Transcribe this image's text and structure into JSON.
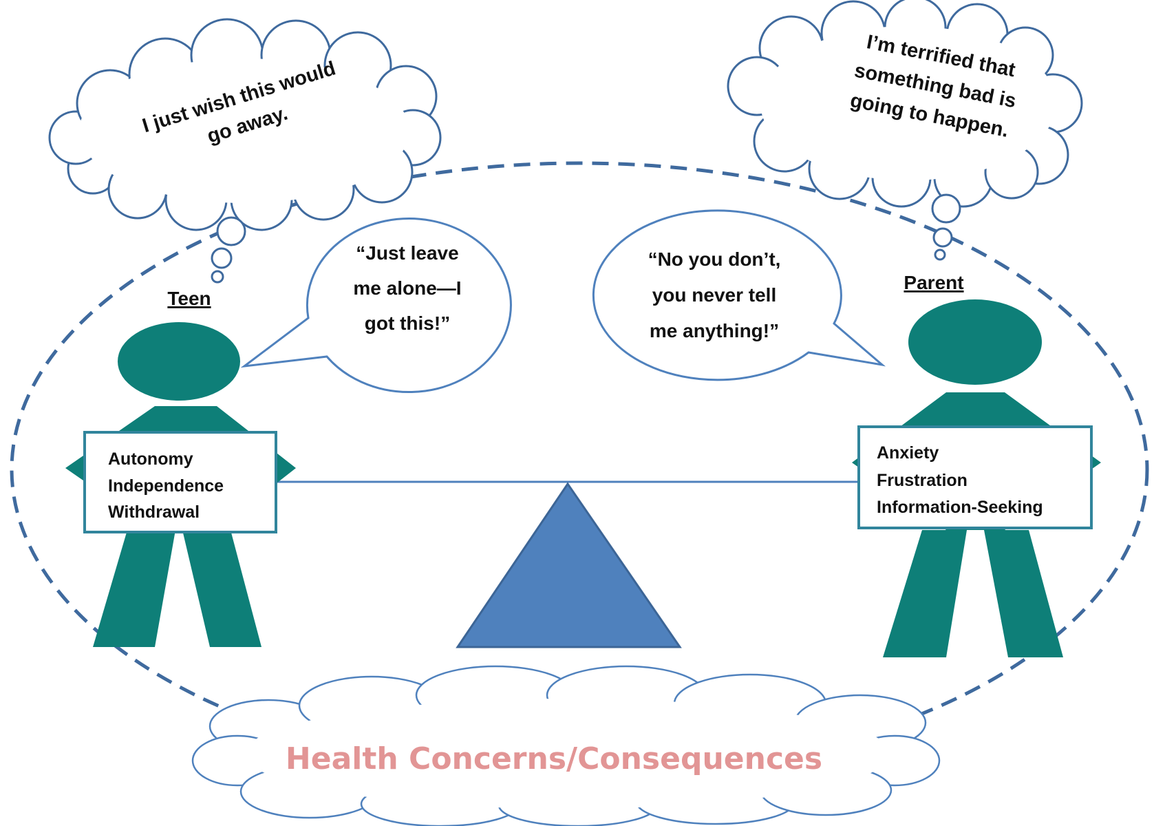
{
  "colors": {
    "figure": "#0e7f78",
    "outline": "#3f6a9e",
    "bubble_stroke": "#4f81bd",
    "fulcrum": "#4f81bd",
    "footer_text": "#e29595"
  },
  "teen": {
    "label": "Teen",
    "thought": [
      "I just wish this would",
      "go away."
    ],
    "speech": [
      "“Just leave",
      "me alone—I",
      "got this!”"
    ],
    "traits": [
      "Autonomy",
      "Independence",
      "Withdrawal"
    ]
  },
  "parent": {
    "label": "Parent",
    "thought": [
      "I’m terrified that",
      "something bad is",
      "going to happen."
    ],
    "speech": [
      "“No you don’t,",
      "you never tell",
      "me anything!”"
    ],
    "traits": [
      "Anxiety",
      "Frustration",
      "Information-Seeking"
    ]
  },
  "footer": "Health Concerns/Consequences"
}
